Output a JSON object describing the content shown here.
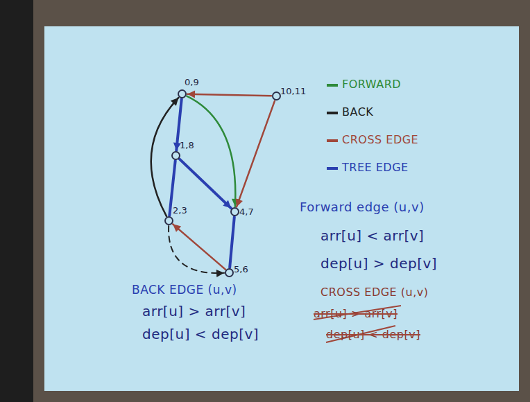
{
  "diagram": {
    "nodes": [
      {
        "text": [
          "0,9"
        ]
      },
      {
        "text": [
          "10,11"
        ]
      },
      {
        "text": [
          "1,8"
        ]
      },
      {
        "text": [
          "2,3"
        ]
      },
      {
        "text": [
          "4,7"
        ]
      },
      {
        "text": [
          "5,6"
        ]
      }
    ],
    "edges": [
      {
        "from": 1,
        "to": 0,
        "arrow": "to"
      },
      {
        "from": 0,
        "to": 2,
        "arrow": "to"
      },
      {
        "from": 2,
        "to": 3,
        "arrow": "none"
      },
      {
        "from": 2,
        "to": 4,
        "arrow": "to"
      },
      {
        "from": 0,
        "to": 4,
        "arrow": "to"
      },
      {
        "from": 1,
        "to": 4,
        "arrow": "to"
      },
      {
        "from": 3,
        "to": 0,
        "arrow": "to"
      },
      {
        "from": 4,
        "to": 5,
        "arrow": "none"
      },
      {
        "from": 5,
        "to": 3,
        "arrow": "to"
      },
      {
        "from": 3,
        "to": 5,
        "arrow": "to"
      }
    ],
    "labels": [
      "Forward edge (u,v)",
      "arr[u] < arr[v]",
      "dep[u] > dep[v]",
      "CROSS EDGE (u,v)",
      "arr[u] > arr[v]",
      "dep[u] < dep[v]",
      "BACK EDGE (u,v)",
      "arr[u] > arr[v]",
      "dep[u] < dep[v]"
    ],
    "legend": [
      {
        "text": "FORWARD",
        "color": "#2e8a3a"
      },
      {
        "text": "BACK",
        "color": "#222222"
      },
      {
        "text": "CROSS EDGE",
        "color": "#a0473a"
      },
      {
        "text": "TREE EDGE",
        "color": "#2a3fb0"
      }
    ]
  }
}
